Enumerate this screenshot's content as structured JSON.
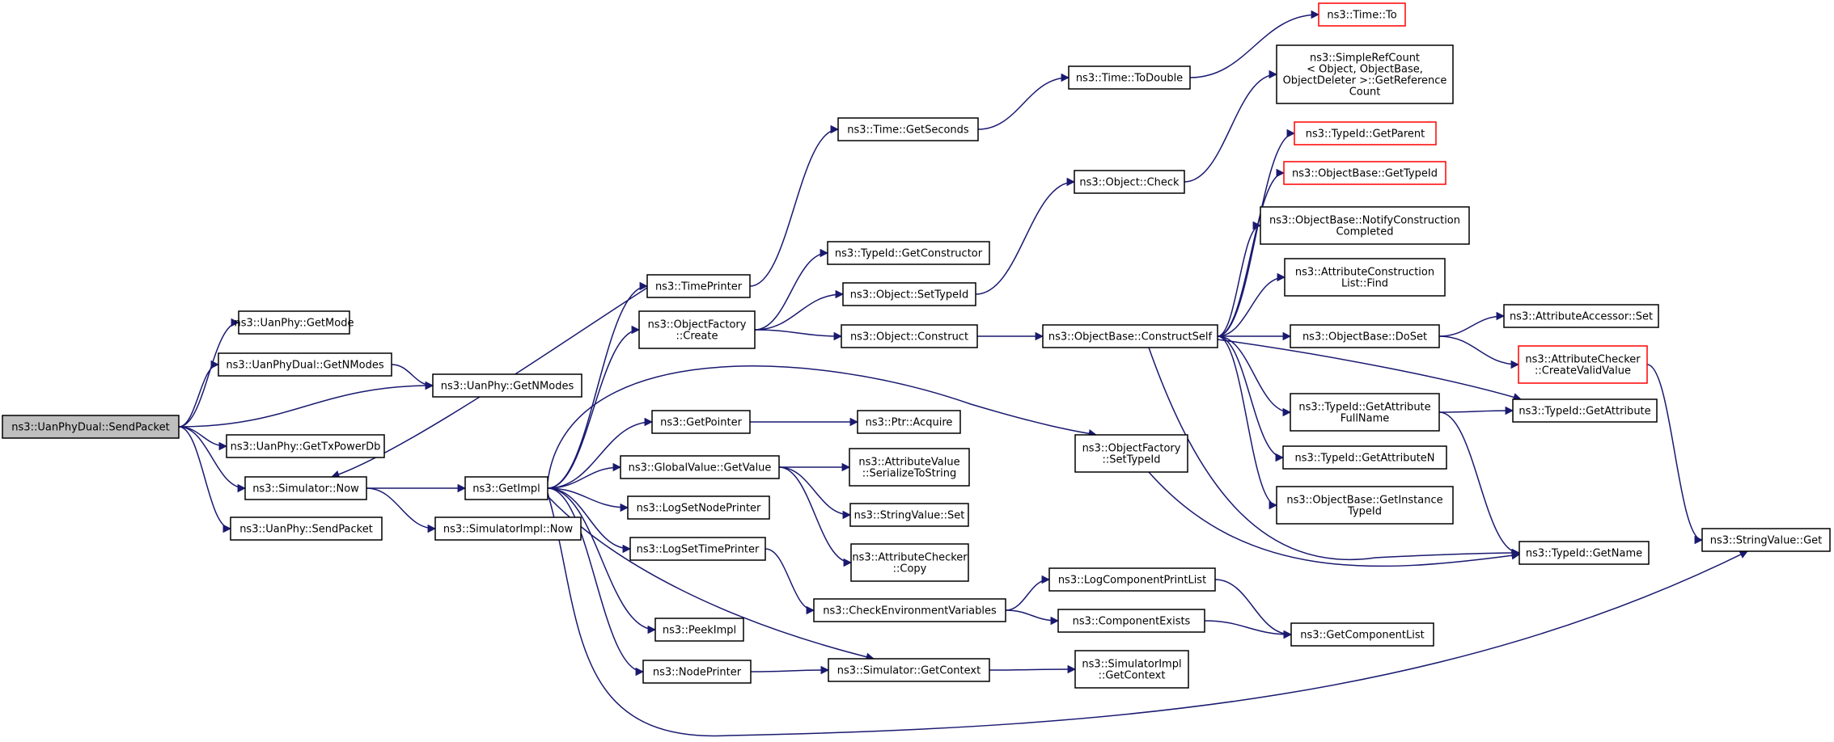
{
  "colors": {
    "edge": "#191970",
    "node_border": "#000000",
    "external_border": "#ff0000",
    "root_fill": "#bfbfbf",
    "node_fill": "#ffffff"
  },
  "nodes": [
    {
      "id": "n01",
      "lines": [
        "ns3::UanPhyDual::SendPacket"
      ],
      "kind": "root"
    },
    {
      "id": "n02",
      "lines": [
        "ns3::UanPhy::GetMode"
      ]
    },
    {
      "id": "n03",
      "lines": [
        "ns3::UanPhyDual::GetNModes"
      ]
    },
    {
      "id": "n04",
      "lines": [
        "ns3::UanPhy::GetNModes"
      ]
    },
    {
      "id": "n05",
      "lines": [
        "ns3::UanPhy::GetTxPowerDb"
      ]
    },
    {
      "id": "n06",
      "lines": [
        "ns3::Simulator::Now"
      ]
    },
    {
      "id": "n07",
      "lines": [
        "ns3::UanPhy::SendPacket"
      ]
    },
    {
      "id": "n08",
      "lines": [
        "ns3::GetImpl"
      ]
    },
    {
      "id": "n09",
      "lines": [
        "ns3::SimulatorImpl::Now"
      ]
    },
    {
      "id": "n10",
      "lines": [
        "ns3::TimePrinter"
      ]
    },
    {
      "id": "n11",
      "lines": [
        "ns3::ObjectFactory",
        "::Create"
      ]
    },
    {
      "id": "n12",
      "lines": [
        "ns3::GetPointer"
      ]
    },
    {
      "id": "n13",
      "lines": [
        "ns3::GlobalValue::GetValue"
      ]
    },
    {
      "id": "n14",
      "lines": [
        "ns3::LogSetNodePrinter"
      ]
    },
    {
      "id": "n15",
      "lines": [
        "ns3::LogSetTimePrinter"
      ]
    },
    {
      "id": "n16",
      "lines": [
        "ns3::PeekImpl"
      ]
    },
    {
      "id": "n17",
      "lines": [
        "ns3::NodePrinter"
      ]
    },
    {
      "id": "n18",
      "lines": [
        "ns3::Time::GetSeconds"
      ]
    },
    {
      "id": "n19",
      "lines": [
        "ns3::TypeId::GetConstructor"
      ]
    },
    {
      "id": "n20",
      "lines": [
        "ns3::Object::SetTypeId"
      ]
    },
    {
      "id": "n21",
      "lines": [
        "ns3::Object::Construct"
      ]
    },
    {
      "id": "n22",
      "lines": [
        "ns3::Ptr::Acquire"
      ]
    },
    {
      "id": "n23",
      "lines": [
        "ns3::AttributeValue",
        "::SerializeToString"
      ]
    },
    {
      "id": "n24",
      "lines": [
        "ns3::StringValue::Set"
      ]
    },
    {
      "id": "n25",
      "lines": [
        "ns3::AttributeChecker",
        "::Copy"
      ]
    },
    {
      "id": "n26",
      "lines": [
        "ns3::CheckEnvironmentVariables"
      ]
    },
    {
      "id": "n27",
      "lines": [
        "ns3::Simulator::GetContext"
      ]
    },
    {
      "id": "n28",
      "lines": [
        "ns3::Time::ToDouble"
      ]
    },
    {
      "id": "n29",
      "lines": [
        "ns3::Time::To"
      ],
      "kind": "external"
    },
    {
      "id": "n30",
      "lines": [
        "ns3::Object::Check"
      ]
    },
    {
      "id": "n31",
      "lines": [
        "ns3::ObjectBase::ConstructSelf"
      ]
    },
    {
      "id": "n32",
      "lines": [
        "ns3::ObjectFactory",
        "::SetTypeId"
      ]
    },
    {
      "id": "n33",
      "lines": [
        "ns3::LogComponentPrintList"
      ]
    },
    {
      "id": "n34",
      "lines": [
        "ns3::ComponentExists"
      ]
    },
    {
      "id": "n35",
      "lines": [
        "ns3::SimulatorImpl",
        "::GetContext"
      ]
    },
    {
      "id": "n36",
      "lines": [
        "ns3::SimpleRefCount",
        "< Object, ObjectBase,",
        "ObjectDeleter >::GetReference",
        "Count"
      ]
    },
    {
      "id": "n37",
      "lines": [
        "ns3::TypeId::GetParent"
      ],
      "kind": "external"
    },
    {
      "id": "n38",
      "lines": [
        "ns3::ObjectBase::GetTypeId"
      ],
      "kind": "external"
    },
    {
      "id": "n39",
      "lines": [
        "ns3::ObjectBase::NotifyConstruction",
        "Completed"
      ]
    },
    {
      "id": "n40",
      "lines": [
        "ns3::AttributeConstruction",
        "List::Find"
      ]
    },
    {
      "id": "n41",
      "lines": [
        "ns3::ObjectBase::DoSet"
      ]
    },
    {
      "id": "n42",
      "lines": [
        "ns3::TypeId::GetAttribute",
        "FullName"
      ]
    },
    {
      "id": "n43",
      "lines": [
        "ns3::TypeId::GetAttributeN"
      ]
    },
    {
      "id": "n44",
      "lines": [
        "ns3::ObjectBase::GetInstance",
        "TypeId"
      ]
    },
    {
      "id": "n45",
      "lines": [
        "ns3::GetComponentList"
      ]
    },
    {
      "id": "n46",
      "lines": [
        "ns3::AttributeAccessor::Set"
      ]
    },
    {
      "id": "n47",
      "lines": [
        "ns3::AttributeChecker",
        "::CreateValidValue"
      ],
      "kind": "external"
    },
    {
      "id": "n48",
      "lines": [
        "ns3::TypeId::GetAttribute"
      ]
    },
    {
      "id": "n49",
      "lines": [
        "ns3::TypeId::GetName"
      ]
    },
    {
      "id": "n50",
      "lines": [
        "ns3::StringValue::Get"
      ]
    }
  ],
  "edges": [
    [
      "n01",
      "n02"
    ],
    [
      "n01",
      "n03"
    ],
    [
      "n01",
      "n04"
    ],
    [
      "n01",
      "n05"
    ],
    [
      "n01",
      "n06"
    ],
    [
      "n01",
      "n07"
    ],
    [
      "n03",
      "n04"
    ],
    [
      "n06",
      "n08"
    ],
    [
      "n06",
      "n09"
    ],
    [
      "n08",
      "n10"
    ],
    [
      "n08",
      "n11"
    ],
    [
      "n08",
      "n12"
    ],
    [
      "n08",
      "n13"
    ],
    [
      "n08",
      "n14"
    ],
    [
      "n08",
      "n15"
    ],
    [
      "n08",
      "n16"
    ],
    [
      "n08",
      "n17"
    ],
    [
      "n08",
      "n27"
    ],
    [
      "n08",
      "n32"
    ],
    [
      "n08",
      "n50"
    ],
    [
      "n10",
      "n18"
    ],
    [
      "n10",
      "n06"
    ],
    [
      "n18",
      "n28"
    ],
    [
      "n28",
      "n29"
    ],
    [
      "n11",
      "n19"
    ],
    [
      "n11",
      "n20"
    ],
    [
      "n11",
      "n21"
    ],
    [
      "n20",
      "n30"
    ],
    [
      "n30",
      "n36"
    ],
    [
      "n21",
      "n31"
    ],
    [
      "n31",
      "n37"
    ],
    [
      "n31",
      "n38"
    ],
    [
      "n31",
      "n39"
    ],
    [
      "n31",
      "n40"
    ],
    [
      "n31",
      "n41"
    ],
    [
      "n31",
      "n42"
    ],
    [
      "n31",
      "n43"
    ],
    [
      "n31",
      "n44"
    ],
    [
      "n31",
      "n48"
    ],
    [
      "n31",
      "n49"
    ],
    [
      "n41",
      "n46"
    ],
    [
      "n41",
      "n47"
    ],
    [
      "n42",
      "n48"
    ],
    [
      "n42",
      "n49"
    ],
    [
      "n47",
      "n50"
    ],
    [
      "n12",
      "n22"
    ],
    [
      "n13",
      "n23"
    ],
    [
      "n13",
      "n24"
    ],
    [
      "n13",
      "n25"
    ],
    [
      "n15",
      "n26"
    ],
    [
      "n26",
      "n33"
    ],
    [
      "n26",
      "n34"
    ],
    [
      "n33",
      "n45"
    ],
    [
      "n34",
      "n45"
    ],
    [
      "n17",
      "n27"
    ],
    [
      "n27",
      "n35"
    ],
    [
      "n32",
      "n49"
    ]
  ]
}
